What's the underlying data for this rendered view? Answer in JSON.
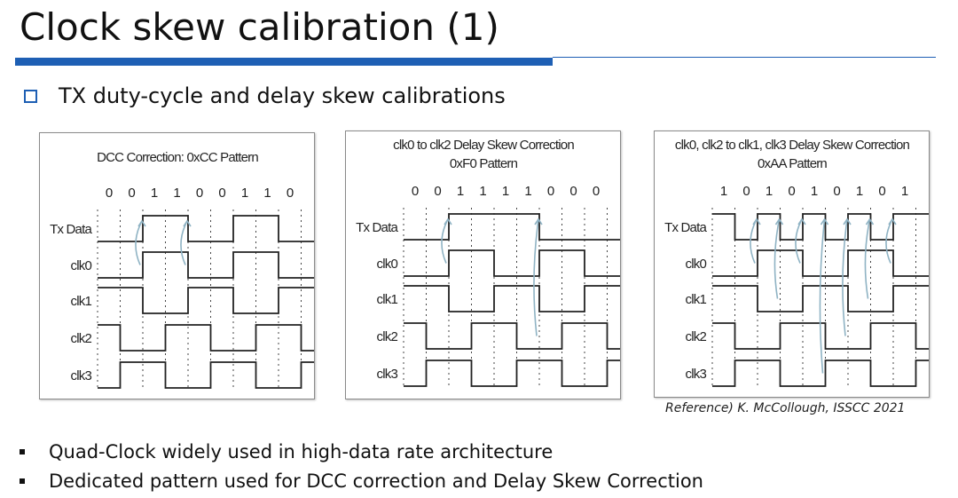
{
  "slide": {
    "title": "Clock skew calibration (1)",
    "subheading": "TX duty-cycle and delay skew calibrations",
    "reference": "Reference) K. McCollough, ISSCC 2021",
    "bullets": [
      "Quad-Clock widely used in high-data rate architecture",
      "Dedicated pattern used for DCC correction and Delay Skew Correction"
    ]
  },
  "signal_labels": [
    "Tx Data",
    "clk0",
    "clk1",
    "clk2",
    "clk3"
  ],
  "panels": [
    {
      "title_lines": [
        "DCC Correction: 0xCC Pattern"
      ],
      "bits": [
        "0",
        "0",
        "1",
        "1",
        "0",
        "0",
        "1",
        "1",
        "0"
      ]
    },
    {
      "title_lines": [
        "clk0 to clk2 Delay Skew Correction",
        "0xF0 Pattern"
      ],
      "bits": [
        "0",
        "0",
        "1",
        "1",
        "1",
        "1",
        "0",
        "0",
        "0"
      ]
    },
    {
      "title_lines": [
        "clk0, clk2 to clk1, clk3 Delay Skew Correction",
        "0xAA Pattern"
      ],
      "bits": [
        "1",
        "0",
        "1",
        "0",
        "1",
        "0",
        "1",
        "0",
        "1"
      ]
    }
  ]
}
